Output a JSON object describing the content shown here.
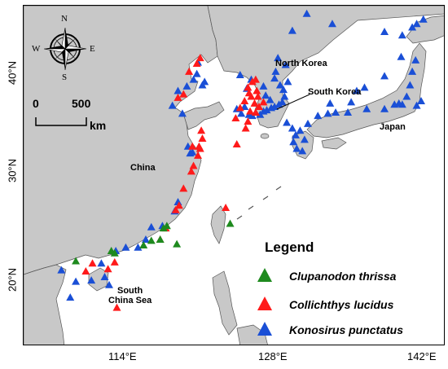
{
  "axes": {
    "x_ticks": [
      "114°E",
      "128°E",
      "142°E"
    ],
    "y_ticks": [
      "40°N",
      "30°N",
      "20°N"
    ]
  },
  "places": {
    "north_korea": "North Korea",
    "south_korea": "South Korea",
    "japan": "Japan",
    "china": "China",
    "south_china_sea": "South\nChina Sea"
  },
  "scale_bar": {
    "zero": "0",
    "max": "500",
    "unit": "km"
  },
  "compass": {
    "n": "N",
    "s": "S",
    "e": "E",
    "w": "W"
  },
  "legend": {
    "title": "Legend",
    "items": [
      {
        "label": "Clupanodon thrissa",
        "color": "#1e8a1e"
      },
      {
        "label": "Collichthys lucidus",
        "color": "#ff1a1a"
      },
      {
        "label": "Konosirus punctatus",
        "color": "#1a4fd6"
      }
    ]
  },
  "colors": {
    "land": "#c8c8c8",
    "sea": "#ffffff",
    "coast": "#555555"
  },
  "map_data": {
    "lon_range": [
      106,
      144
    ],
    "lat_range": [
      14,
      44
    ],
    "clupanodon": [
      [
        110.7,
        21.5
      ],
      [
        113.9,
        22.4
      ],
      [
        114.2,
        22.2
      ],
      [
        116.8,
        22.9
      ],
      [
        117.5,
        23.3
      ],
      [
        118.3,
        23.4
      ],
      [
        118.6,
        24.4
      ],
      [
        118.9,
        24.6
      ],
      [
        119.8,
        23.0
      ],
      [
        124.6,
        24.8
      ]
    ],
    "collichthys": [
      [
        111.6,
        20.6
      ],
      [
        112.2,
        21.3
      ],
      [
        113.6,
        20.8
      ],
      [
        114.2,
        21.4
      ],
      [
        114.4,
        17.4
      ],
      [
        118.3,
        23.4
      ],
      [
        118.8,
        24.4
      ],
      [
        119.7,
        26.0
      ],
      [
        120.0,
        26.4
      ],
      [
        120.4,
        27.9
      ],
      [
        121.1,
        29.4
      ],
      [
        121.3,
        29.9
      ],
      [
        121.7,
        30.8
      ],
      [
        121.9,
        31.4
      ],
      [
        121.2,
        31.6
      ],
      [
        121.8,
        31.6
      ],
      [
        122.1,
        32.3
      ],
      [
        122.0,
        33.0
      ],
      [
        119.9,
        35.9
      ],
      [
        120.4,
        36.2
      ],
      [
        120.9,
        38.2
      ],
      [
        121.6,
        38.9
      ],
      [
        121.9,
        39.4
      ],
      [
        124.2,
        26.2
      ],
      [
        125.2,
        31.8
      ],
      [
        125.1,
        34.1
      ],
      [
        125.5,
        35.0
      ],
      [
        125.9,
        35.6
      ],
      [
        126.3,
        36.3
      ],
      [
        126.2,
        36.8
      ],
      [
        126.6,
        37.3
      ],
      [
        126.9,
        37.5
      ],
      [
        126.5,
        36.0
      ],
      [
        126.8,
        35.4
      ],
      [
        126.4,
        34.7
      ],
      [
        126.9,
        34.6
      ],
      [
        127.2,
        35.1
      ],
      [
        127.1,
        36.0
      ],
      [
        126.2,
        33.8
      ],
      [
        126.0,
        33.2
      ],
      [
        127.6,
        35.5
      ],
      [
        127.0,
        36.5
      ]
    ],
    "konosirus": [
      [
        109.4,
        20.7
      ],
      [
        110.2,
        18.3
      ],
      [
        110.7,
        19.7
      ],
      [
        112.1,
        19.8
      ],
      [
        113.0,
        21.3
      ],
      [
        113.3,
        20.1
      ],
      [
        113.7,
        19.4
      ],
      [
        114.3,
        22.4
      ],
      [
        115.2,
        22.7
      ],
      [
        116.3,
        22.7
      ],
      [
        117.0,
        23.4
      ],
      [
        117.5,
        24.5
      ],
      [
        118.5,
        24.6
      ],
      [
        119.6,
        25.9
      ],
      [
        119.9,
        26.7
      ],
      [
        121.0,
        31.0
      ],
      [
        120.8,
        31.6
      ],
      [
        121.2,
        31.1
      ],
      [
        120.3,
        34.5
      ],
      [
        119.4,
        35.2
      ],
      [
        119.9,
        36.5
      ],
      [
        120.7,
        36.9
      ],
      [
        121.3,
        37.5
      ],
      [
        122.3,
        37.3
      ],
      [
        122.1,
        37.0
      ],
      [
        121.6,
        38.0
      ],
      [
        121.7,
        39.0
      ],
      [
        125.2,
        34.9
      ],
      [
        125.6,
        34.5
      ],
      [
        125.9,
        35.1
      ],
      [
        126.3,
        34.4
      ],
      [
        126.6,
        34.3
      ],
      [
        127.3,
        34.4
      ],
      [
        127.6,
        34.7
      ],
      [
        127.9,
        34.8
      ],
      [
        128.3,
        35.0
      ],
      [
        128.6,
        35.1
      ],
      [
        129.0,
        35.3
      ],
      [
        129.3,
        35.5
      ],
      [
        129.5,
        36.0
      ],
      [
        129.4,
        36.6
      ],
      [
        129.1,
        37.0
      ],
      [
        128.6,
        37.6
      ],
      [
        128.7,
        38.2
      ],
      [
        127.6,
        36.9
      ],
      [
        127.8,
        36.1
      ],
      [
        128.2,
        35.7
      ],
      [
        126.1,
        36.7
      ],
      [
        126.5,
        37.5
      ],
      [
        125.5,
        37.9
      ],
      [
        129.7,
        33.7
      ],
      [
        130.2,
        33.2
      ],
      [
        130.5,
        32.6
      ],
      [
        130.3,
        32.0
      ],
      [
        130.6,
        31.4
      ],
      [
        131.1,
        31.2
      ],
      [
        131.3,
        32.2
      ],
      [
        130.9,
        33.0
      ],
      [
        131.6,
        33.6
      ],
      [
        132.5,
        34.3
      ],
      [
        133.4,
        34.5
      ],
      [
        134.1,
        34.6
      ],
      [
        135.2,
        34.6
      ],
      [
        136.9,
        34.9
      ],
      [
        138.5,
        34.9
      ],
      [
        139.8,
        35.4
      ],
      [
        140.1,
        35.3
      ],
      [
        140.5,
        36.0
      ],
      [
        140.8,
        37.0
      ],
      [
        141.0,
        38.2
      ],
      [
        141.3,
        39.2
      ],
      [
        141.4,
        35.2
      ],
      [
        139.4,
        35.3
      ],
      [
        141.8,
        35.6
      ],
      [
        135.5,
        35.5
      ],
      [
        133.6,
        35.4
      ],
      [
        136.0,
        36.5
      ],
      [
        136.7,
        36.8
      ],
      [
        138.5,
        37.8
      ],
      [
        140.0,
        39.5
      ],
      [
        140.1,
        41.4
      ],
      [
        141.0,
        42.1
      ],
      [
        141.4,
        42.4
      ],
      [
        142.0,
        42.8
      ],
      [
        138.5,
        41.7
      ],
      [
        131.5,
        43.3
      ],
      [
        133.8,
        42.4
      ],
      [
        130.2,
        41.8
      ],
      [
        129.8,
        37.3
      ],
      [
        129.6,
        38.8
      ],
      [
        128.9,
        39.4
      ]
    ]
  }
}
